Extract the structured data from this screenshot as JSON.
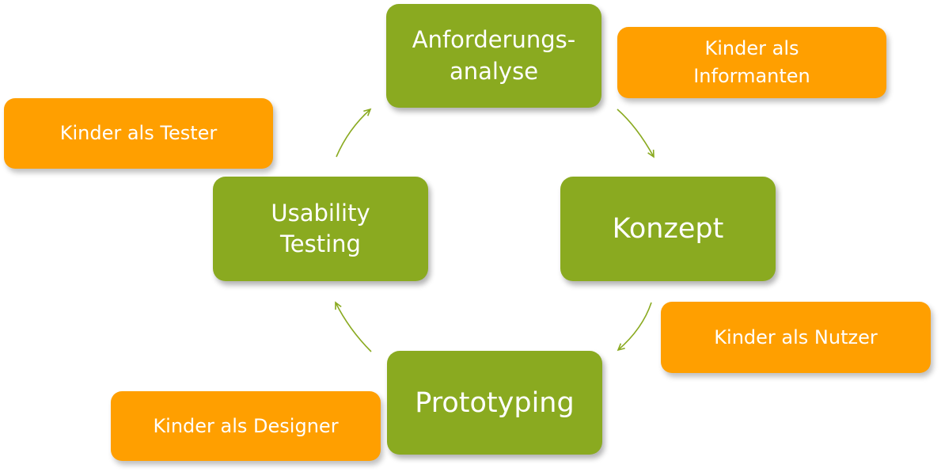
{
  "colors": {
    "phase_fill": "#8aaa20",
    "role_fill": "#ff9f00",
    "arrow": "#8aaa20",
    "text": "#ffffff"
  },
  "phases": {
    "anforderung": "Anforderungs-\nanalyse",
    "konzept": "Konzept",
    "prototyping": "Prototyping",
    "usability": "Usability\nTesting"
  },
  "roles": {
    "informanten": "Kinder als\nInformanten",
    "nutzer": "Kinder als Nutzer",
    "designer": "Kinder als Designer",
    "tester": "Kinder als Tester"
  }
}
